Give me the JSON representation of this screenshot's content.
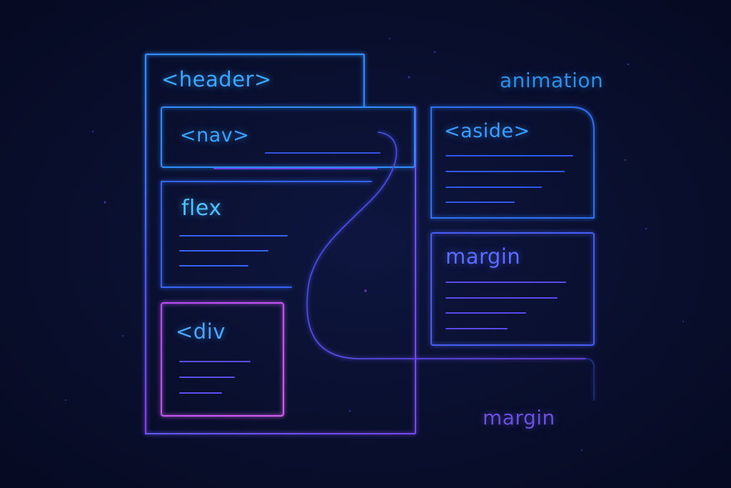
{
  "labels": {
    "header": "<header>",
    "nav": "<nav>",
    "flex": "flex",
    "div": "<div",
    "aside": "<aside>",
    "margin_box": "margin",
    "animation": "animation",
    "margin_bottom": "margin"
  },
  "colors": {
    "background": "#070b24",
    "blue": "#2f8cff",
    "cyan": "#4cc0ff",
    "indigo": "#4a5cf0",
    "violet": "#8a4cff",
    "magenta": "#c05cf0"
  }
}
